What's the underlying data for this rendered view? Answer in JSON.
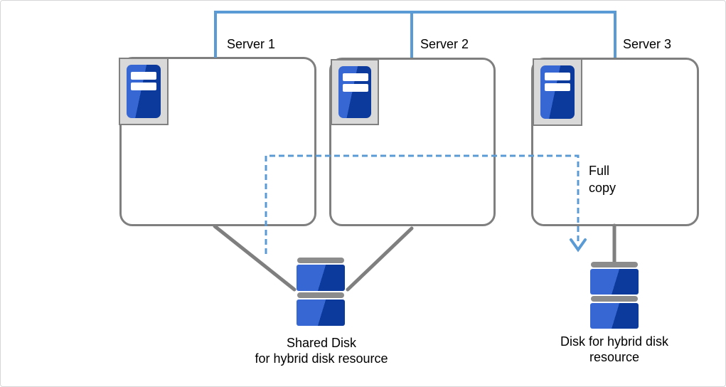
{
  "servers": [
    {
      "label": "Server 1"
    },
    {
      "label": "Server 2"
    },
    {
      "label": "Server 3"
    }
  ],
  "full_copy": {
    "line1": "Full",
    "line2": "copy"
  },
  "shared_disk": {
    "line1": "Shared Disk",
    "line2": "for hybrid disk resource"
  },
  "hybrid_disk": {
    "line1": "Disk for hybrid disk",
    "line2": "resource"
  },
  "colors": {
    "connector_blue": "#5b9bd5",
    "line_gray": "#7f7f7f",
    "box_border_gray": "#7f7f7f",
    "icon_frame_fill": "#d9d9d9",
    "icon_frame_border": "#808080",
    "icon_blue_light": "#3767d2",
    "icon_blue_dark": "#0b3a9c",
    "disk_cap_gray": "#8c8c8c",
    "text": "#000000"
  }
}
